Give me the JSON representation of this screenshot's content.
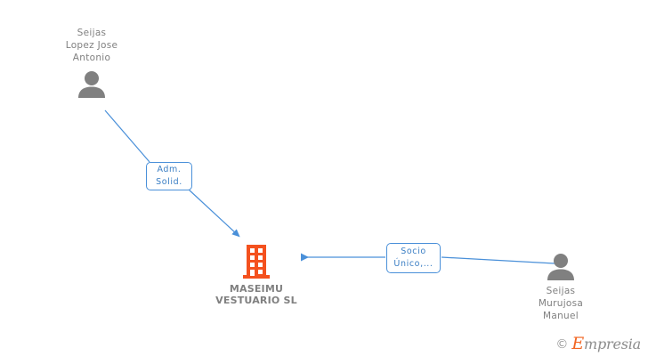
{
  "diagram": {
    "title": "MASEIMU VESTUARIO SL corporate relations graph",
    "background_color": "#ffffff",
    "edge_color": "#4a90d9",
    "person_color": "#808080",
    "company_color": "#f4511e"
  },
  "nodes": {
    "person_top_left": {
      "name": "Seijas\nLopez Jose\nAntonio",
      "icon": "person-icon",
      "type": "person"
    },
    "company": {
      "name": "MASEIMU\nVESTUARIO SL",
      "icon": "company-building-icon",
      "type": "company"
    },
    "person_right": {
      "name": "Seijas\nMurujosa\nManuel",
      "icon": "person-icon",
      "type": "person"
    }
  },
  "edges": [
    {
      "id": "edge-adm-solid",
      "from": "person_top_left",
      "to": "company",
      "label": "Adm.\nSolid.",
      "arrow": "to-company"
    },
    {
      "id": "edge-socio-unico",
      "from": "person_right",
      "to": "company",
      "label": "Socio\nÚnico,...",
      "arrow": "to-company"
    }
  ],
  "watermark": {
    "copyright": "©",
    "brand_initial": "E",
    "brand_rest": "mpresia"
  }
}
